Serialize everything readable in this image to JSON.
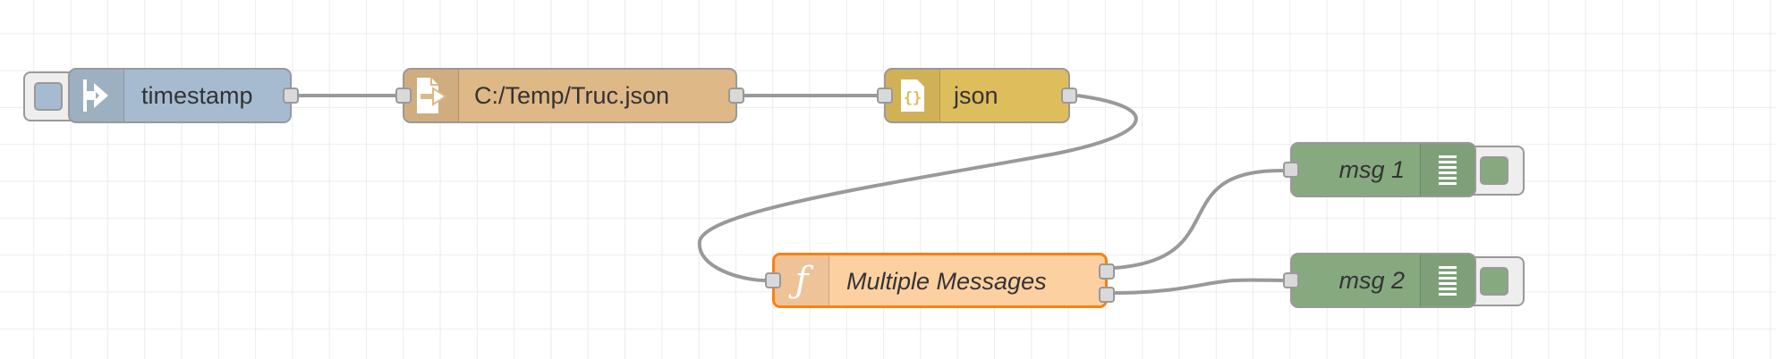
{
  "canvas": {
    "grid": true
  },
  "colors": {
    "inject": "#a6bbcf",
    "file": "#deb887",
    "json": "#debd5c",
    "function": "#fdd0a2",
    "function_selected_border": "#ff7f0e",
    "debug": "#87a980",
    "wire": "#999999"
  },
  "nodes": [
    {
      "id": "inject",
      "label": "timestamp",
      "icon": "arrow-in-icon",
      "type": "inject"
    },
    {
      "id": "file",
      "label": "C:/Temp/Truc.json",
      "icon": "file-icon",
      "type": "file in"
    },
    {
      "id": "json",
      "label": "json",
      "icon": "json-braces-icon",
      "type": "json"
    },
    {
      "id": "function",
      "label": "Multiple Messages",
      "icon": "function-icon",
      "type": "function",
      "selected": true
    },
    {
      "id": "debug1",
      "label": "msg 1",
      "icon": "list-icon",
      "type": "debug"
    },
    {
      "id": "debug2",
      "label": "msg 2",
      "icon": "list-icon",
      "type": "debug"
    }
  ],
  "wires": [
    {
      "from": "inject",
      "to": "file"
    },
    {
      "from": "file",
      "to": "json"
    },
    {
      "from": "json",
      "to": "function"
    },
    {
      "from": "function",
      "output": 1,
      "to": "debug1"
    },
    {
      "from": "function",
      "output": 2,
      "to": "debug2"
    }
  ]
}
